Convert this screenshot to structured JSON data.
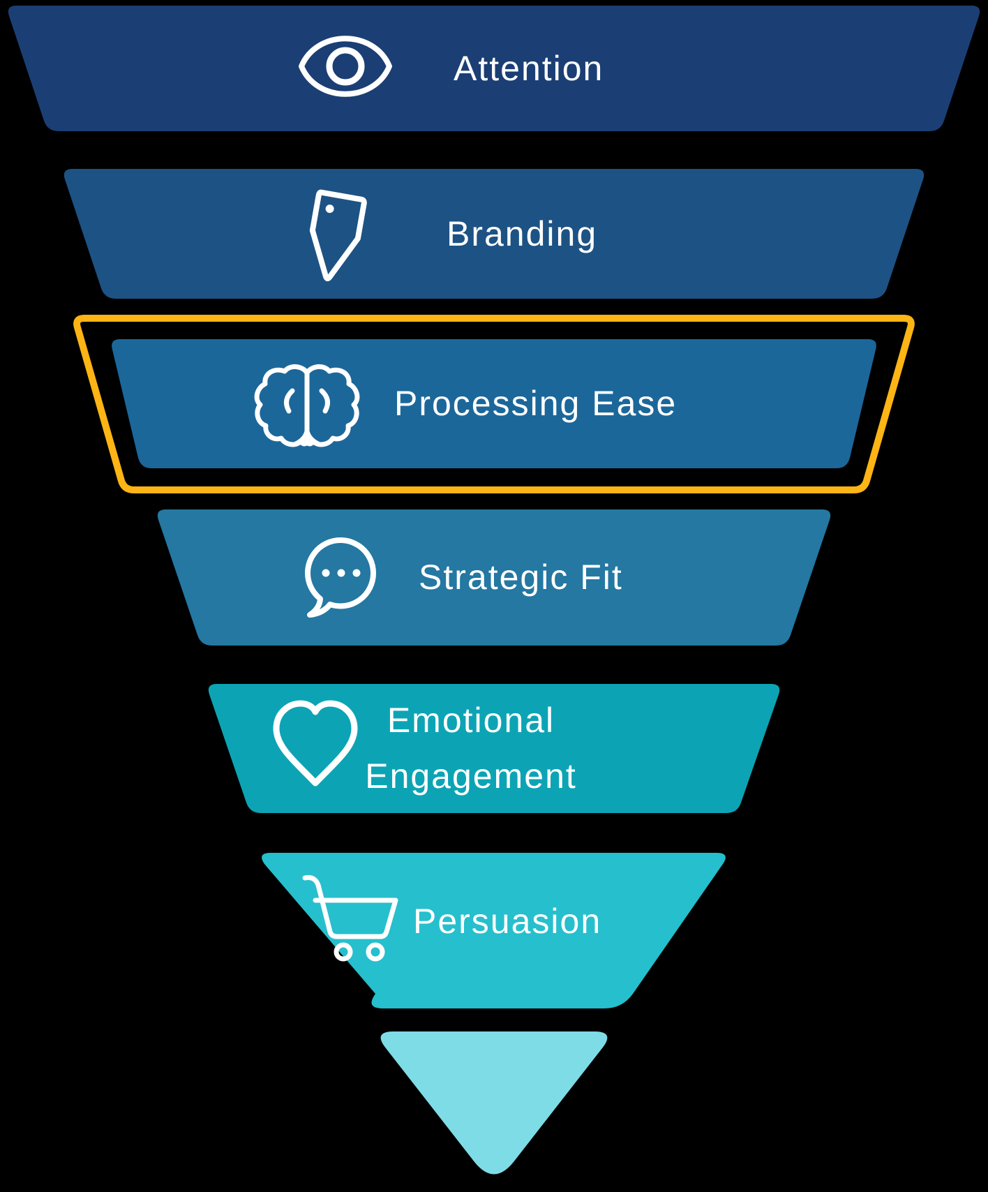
{
  "diagram": {
    "background_color": "#000000",
    "text_color": "#ffffff",
    "highlight_border_color": "#fcb514",
    "levels": [
      {
        "label": "Attention",
        "icon": "eye",
        "color": "#1b3e74",
        "highlighted": false
      },
      {
        "label": "Branding",
        "icon": "tag",
        "color": "#1d5284",
        "highlighted": false
      },
      {
        "label": "Processing Ease",
        "icon": "brain",
        "color": "#1c679a",
        "highlighted": true
      },
      {
        "label": "Strategic Fit",
        "icon": "speech-bubble",
        "color": "#2478a2",
        "highlighted": false
      },
      {
        "label": "Emotional Engagement",
        "label_lines": [
          "Emotional",
          "Engagement"
        ],
        "icon": "heart",
        "color": "#0ca4b5",
        "highlighted": false
      },
      {
        "label": "Persuasion",
        "icon": "shopping-cart",
        "color": "#26bfcd",
        "highlighted": false
      },
      {
        "label": "",
        "icon": "",
        "color": "#7edce7",
        "highlighted": false
      }
    ]
  }
}
